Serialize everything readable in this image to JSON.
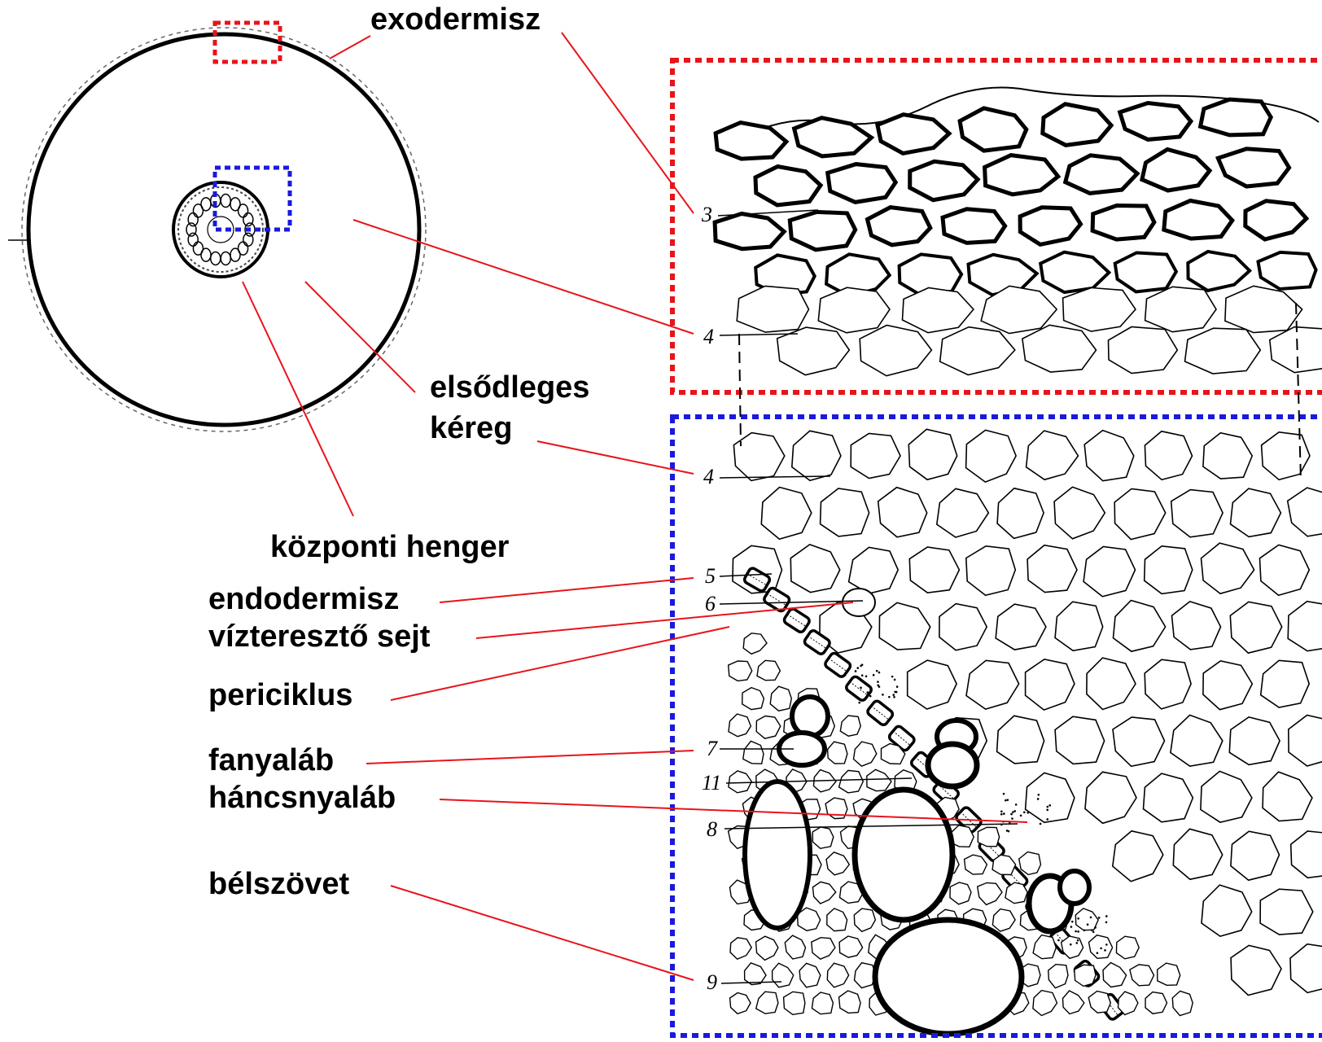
{
  "labels": {
    "exodermis": "exodermisz",
    "primary_cortex_line1": "elsődleges",
    "primary_cortex_line2": "kéreg",
    "central_cylinder": "központi henger",
    "endodermis": "endodermisz",
    "passage_cell": "vízteresztő sejt",
    "pericycle": "periciklus",
    "xylem": "fanyaláb",
    "phloem": "háncsnyaláb",
    "pith": "bélszövet"
  },
  "figure_numbers": {
    "n3": "3",
    "n4a": "4",
    "n4b": "4",
    "n5": "5",
    "n6": "6",
    "n7": "7",
    "n11": "11",
    "n8": "8",
    "n9": "9"
  },
  "colors": {
    "leader_line": "#e8141b",
    "red_box": "#e8141b",
    "blue_box": "#1a1adf",
    "ink": "#000000"
  }
}
